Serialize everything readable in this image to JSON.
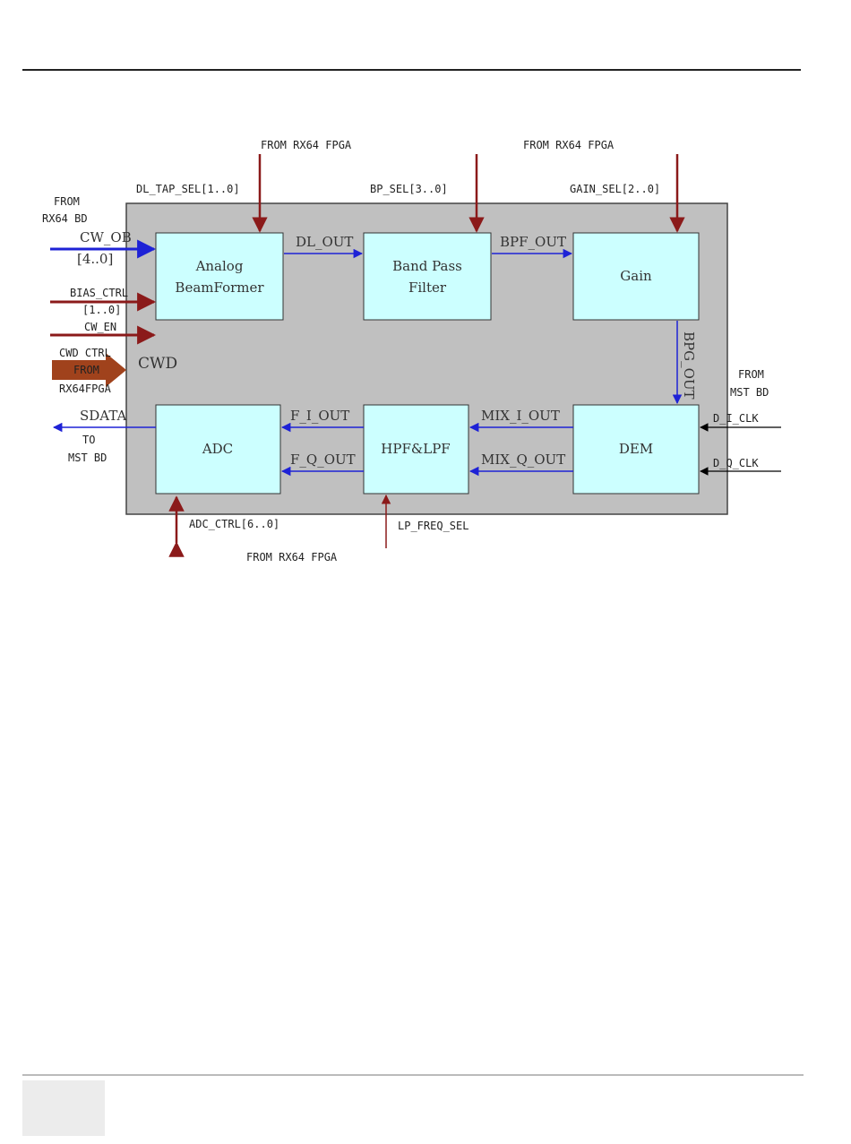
{
  "diagram": {
    "enclosure_label": "CWD",
    "blocks": {
      "abf": [
        "Analog",
        "BeamFormer"
      ],
      "bpf": [
        "Band Pass",
        "Filter"
      ],
      "gain": [
        "Gain"
      ],
      "adc": [
        "ADC"
      ],
      "hpf": [
        "HPF&LPF"
      ],
      "dem": [
        "DEM"
      ]
    },
    "labels": {
      "from_rx64_fpga_1": "FROM RX64 FPGA",
      "from_rx64_fpga_2": "FROM RX64 FPGA",
      "from_rx64_fpga_3": "FROM RX64 FPGA",
      "dl_tap_sel": "DL_TAP_SEL[1..0]",
      "bp_sel": "BP_SEL[3..0]",
      "gain_sel": "GAIN_SEL[2..0]",
      "from_rx64_bd_1": "FROM",
      "from_rx64_bd_2": "RX64 BD",
      "cw_ob": "CW_OB",
      "cw_ob_range": "[4..0]",
      "bias_ctrl": "BIAS_CTRL",
      "bias_ctrl_range": "[1..0]",
      "cw_en": "CW_EN",
      "cwd_ctrl": "CWD CTRL",
      "cwd_ctrl_from": "FROM",
      "cwd_ctrl_src": "RX64FPGA",
      "sdata": "SDATA",
      "to_mst_bd_1": "TO",
      "to_mst_bd_2": "MST BD",
      "dl_out": "DL_OUT",
      "bpf_out": "BPF_OUT",
      "bpg_out": "BPG_OUT",
      "from_mst_bd_1": "FROM",
      "from_mst_bd_2": "MST BD",
      "d_i_clk": "D_I_CLK",
      "d_q_clk": "D_Q_CLK",
      "f_i_out": "F_I_OUT",
      "f_q_out": "F_Q_OUT",
      "mix_i_out": "MIX_I_OUT",
      "mix_q_out": "MIX_Q_OUT",
      "adc_ctrl": "ADC_CTRL[6..0]",
      "lp_freq_sel": "LP_FREQ_SEL"
    },
    "colors": {
      "enclosure": "#c0c0c0",
      "block_fill": "#ccffff",
      "signal_blue": "#1e22d6",
      "control_red": "#8b1a1a",
      "bus_arrow": "#a0421c",
      "clock_black": "#000000"
    }
  }
}
